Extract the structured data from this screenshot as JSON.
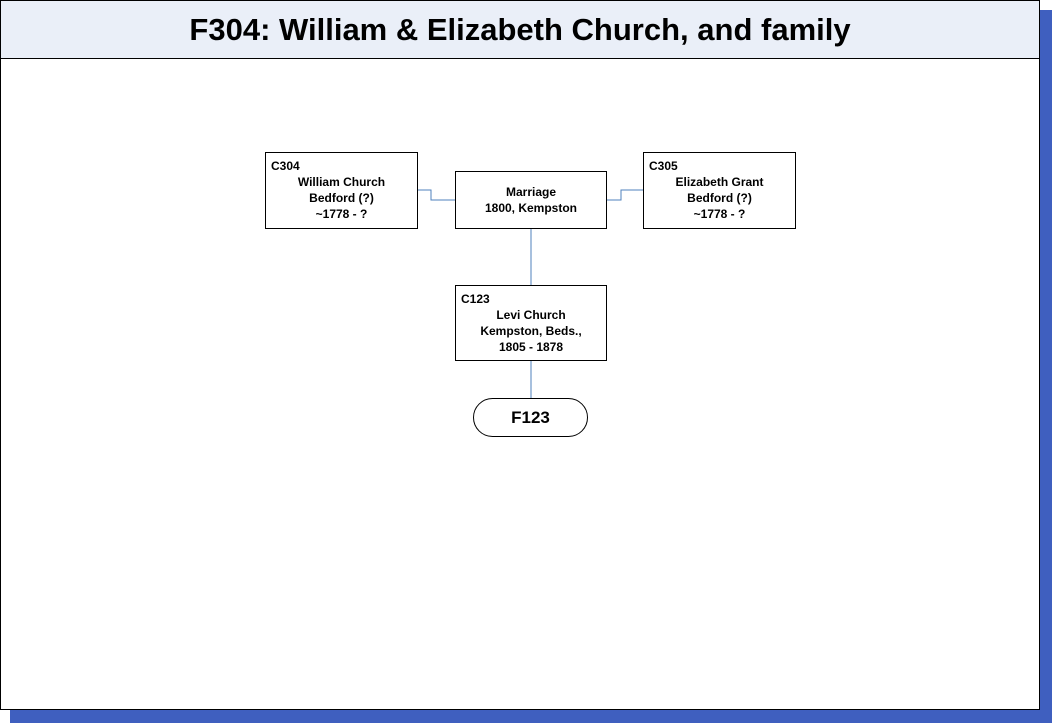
{
  "title": "F304: William & Elizabeth Church, and family",
  "colors": {
    "shadow": "#3f5fbf",
    "title_bar": "#eaeff8",
    "connector": "#4f81bd"
  },
  "father": {
    "code": "C304",
    "name": "William Church",
    "place": "Bedford (?)",
    "dates": "~1778 - ?"
  },
  "mother": {
    "code": "C305",
    "name": "Elizabeth Grant",
    "place": "Bedford (?)",
    "dates": "~1778 - ?"
  },
  "marriage": {
    "label": "Marriage",
    "detail": "1800, Kempston"
  },
  "child": {
    "code": "C123",
    "name": "Levi Church",
    "place": "Kempston, Beds.,",
    "dates": "1805 - 1878"
  },
  "child_family": {
    "label": "F123"
  }
}
